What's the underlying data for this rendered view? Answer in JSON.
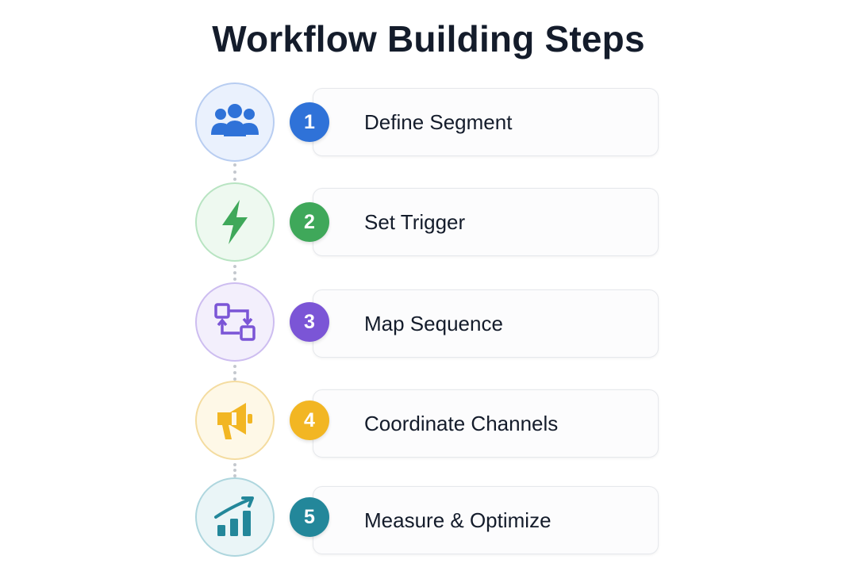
{
  "title": "Workflow Building Steps",
  "steps": [
    {
      "number": "1",
      "label": "Define Segment",
      "icon": "users-group-icon",
      "color": "#2f72d8",
      "bg": "#eaf1fd",
      "ring": "#b8cdf1"
    },
    {
      "number": "2",
      "label": "Set Trigger",
      "icon": "lightning-bolt-icon",
      "color": "#3fa85a",
      "bg": "#eef9f0",
      "ring": "#b8e4c2"
    },
    {
      "number": "3",
      "label": "Map Sequence",
      "icon": "flow-arrows-icon",
      "color": "#7b55d6",
      "bg": "#f3effc",
      "ring": "#cdbdf0"
    },
    {
      "number": "4",
      "label": "Coordinate Channels",
      "icon": "megaphone-icon",
      "color": "#f2b623",
      "bg": "#fef8e7",
      "ring": "#f4dca0"
    },
    {
      "number": "5",
      "label": "Measure & Optimize",
      "icon": "growth-chart-icon",
      "color": "#23879a",
      "bg": "#eaf5f7",
      "ring": "#aed6de"
    }
  ]
}
